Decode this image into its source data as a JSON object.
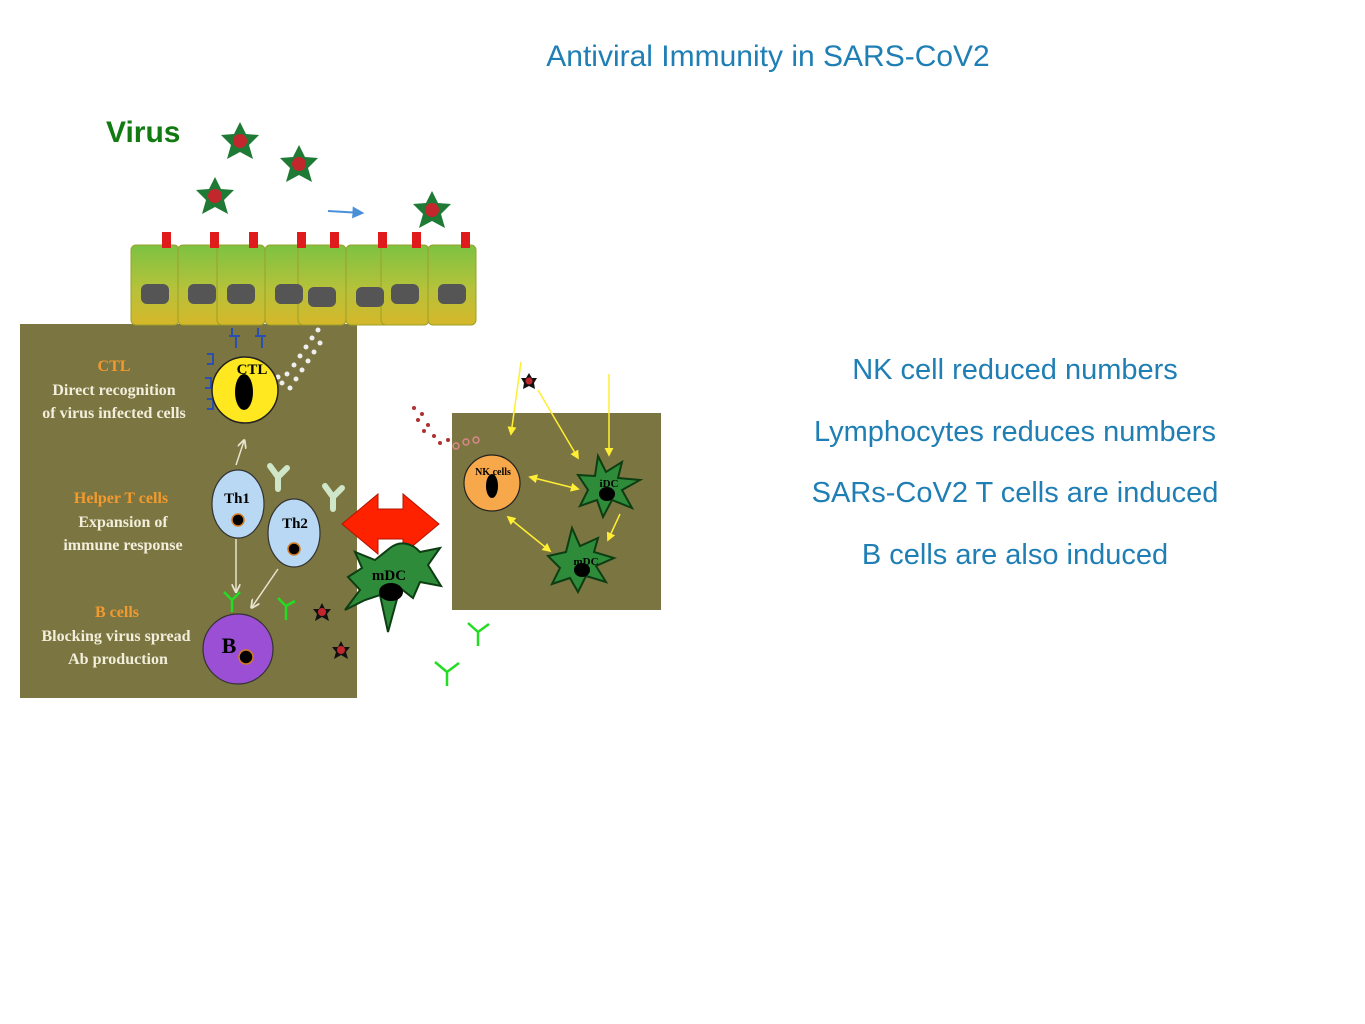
{
  "slide": {
    "title": "Antiviral Immunity in SARS-CoV2"
  },
  "diagram": {
    "virus_label": "Virus",
    "left_panel": {
      "ctl_heading": "CTL",
      "ctl_desc_line1": "Direct recognition",
      "ctl_desc_line2": "of virus infected cells",
      "helper_heading": "Helper T cells",
      "helper_desc_line1": "Expansion of",
      "helper_desc_line2": "immune response",
      "bcell_heading": "B cells",
      "bcell_desc_line1": "Blocking virus spread",
      "bcell_desc_line2": "Ab production"
    },
    "cells": {
      "ctl": "CTL",
      "th1": "Th1",
      "th2": "Th2",
      "b": "B",
      "mdc": "mDC",
      "nk": "NK cells",
      "idc": "iDC",
      "mdc2": "mDC"
    },
    "colors": {
      "panel": "#7b7541",
      "heading": "#f39a2e",
      "epithelium_top": "#7dc242",
      "epithelium_bottom": "#d6b72a",
      "virus_body": "#1e7a34",
      "virus_core": "#c1272d",
      "arrow": "#ff2200"
    }
  },
  "bullets": [
    "NK cell reduced numbers",
    "Lymphocytes reduces numbers",
    "SARs-CoV2 T cells are induced",
    "B cells are also induced"
  ]
}
